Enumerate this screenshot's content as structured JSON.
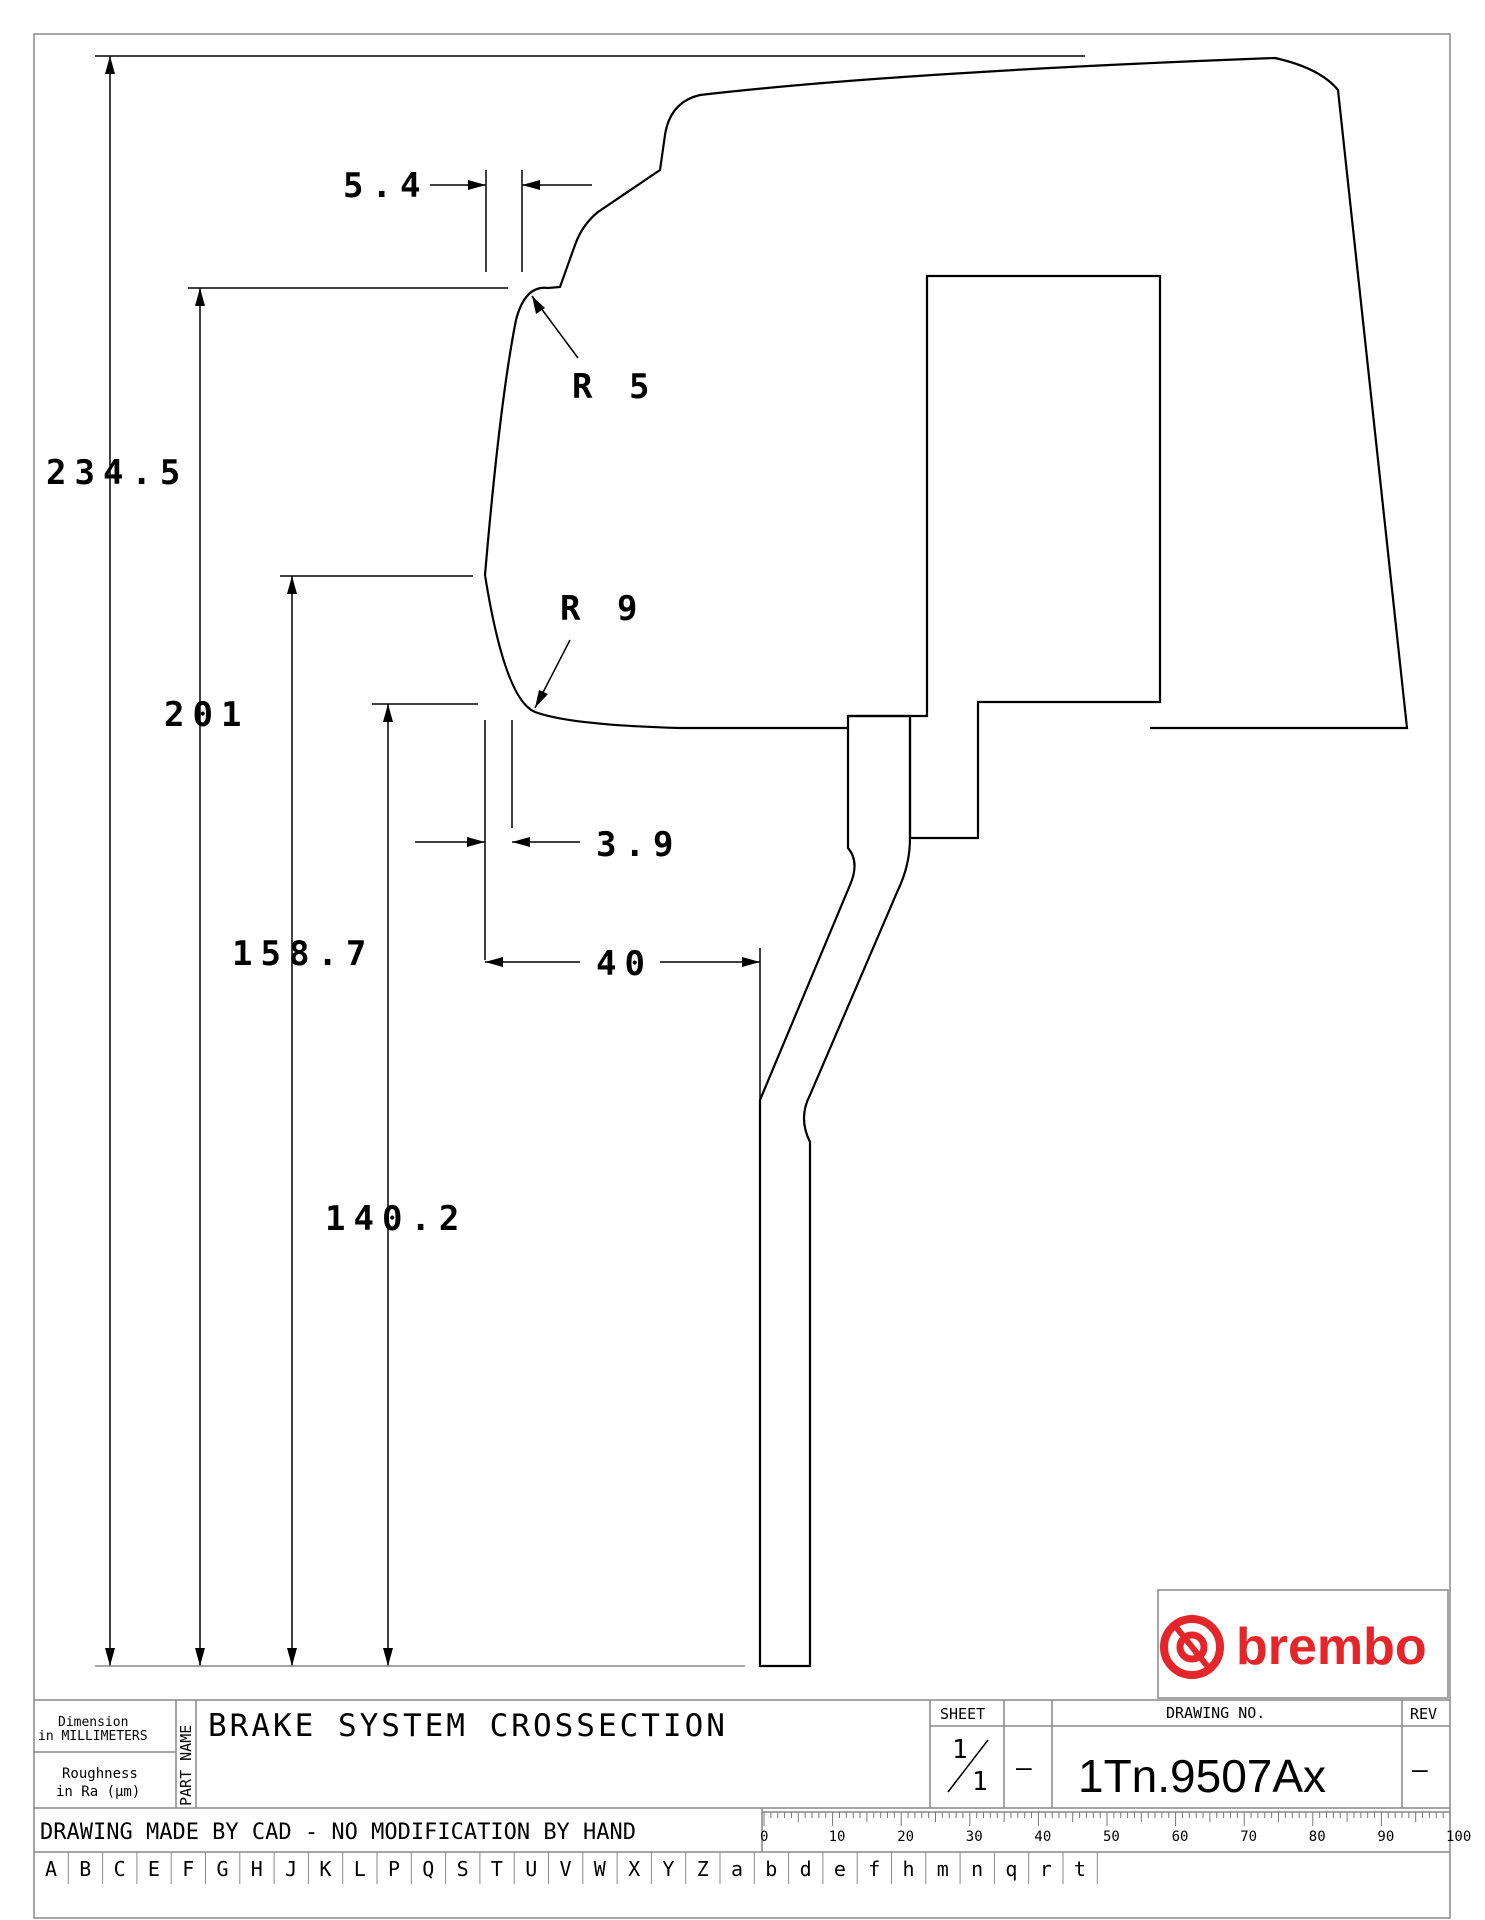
{
  "drawing": {
    "dimensions": {
      "width_top": "5.4",
      "radius_top": "R 5",
      "height_total": "234.5",
      "height_201": "201",
      "radius_bottom": "R 9",
      "height_158": "158.7",
      "width_bottom": "3.9",
      "offset_40": "40",
      "height_140": "140.2"
    }
  },
  "title_block": {
    "dimension_label_1": "Dimension",
    "dimension_label_2": "in MILLIMETERS",
    "roughness_label_1": "Roughness",
    "roughness_label_2": "in Ra (µm)",
    "part_name_label": "PART NAME",
    "part_name": "BRAKE SYSTEM CROSSECTION",
    "sheet_label": "SHEET",
    "sheet_num": "1",
    "sheet_den": "1",
    "sheet_dash": "—",
    "drawing_no_label": "DRAWING NO.",
    "drawing_no": "1Tn.9507Ax",
    "rev_label": "REV",
    "rev_value": "—",
    "cad_note": "DRAWING MADE BY CAD - NO MODIFICATION BY HAND",
    "brand": "brembo",
    "scale_labels": [
      "0",
      "10",
      "20",
      "30",
      "40",
      "50",
      "60",
      "70",
      "80",
      "90",
      "100"
    ],
    "grid_letters": [
      "A",
      "B",
      "C",
      "E",
      "F",
      "G",
      "H",
      "J",
      "K",
      "L",
      "P",
      "Q",
      "S",
      "T",
      "U",
      "V",
      "W",
      "X",
      "Y",
      "Z",
      "a",
      "b",
      "d",
      "e",
      "f",
      "h",
      "m",
      "n",
      "q",
      "r",
      "t"
    ]
  }
}
